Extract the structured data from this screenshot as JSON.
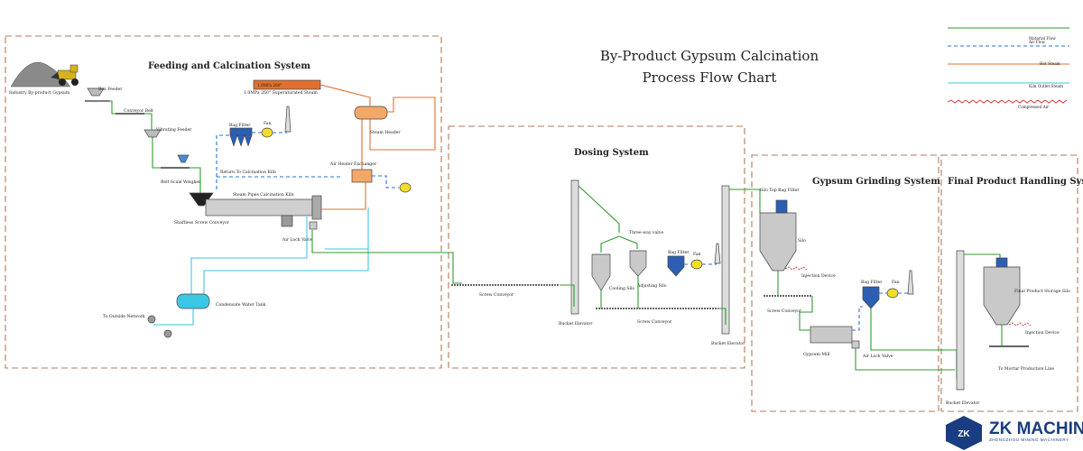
{
  "title": {
    "line1": "By-Product Gypsum Calcination",
    "line2": "Process Flow Chart"
  },
  "legend": [
    {
      "label": "Material Flow",
      "color": "#2e9a2e",
      "style": "solid"
    },
    {
      "label": "Air Flow",
      "color": "#2a6fd6",
      "style": "dashed"
    },
    {
      "label": "Hot Steam",
      "color": "#e07030",
      "style": "solid"
    },
    {
      "label": "Kiln Outlet Steam",
      "color": "#3cc6e6",
      "style": "solid"
    },
    {
      "label": "Compressed Air",
      "color": "#d23030",
      "style": "wavy"
    }
  ],
  "sections": {
    "feeding": "Feeding and Calcination System",
    "dosing": "Dosing System",
    "grinding": "Gypsum Grinding System",
    "final": "Final Product Handling System"
  },
  "labels": {
    "industry_gypsum": "Industry By-product Gypsum",
    "box_feeder": "Box Feeder",
    "conveyor_belt": "Conveyor Belt",
    "vibrating_feeder": "Vibrating Feeder",
    "belt_scale": "Belt Scale Weigher",
    "shaftless_screw": "Shaftless Screw Conveyor",
    "bag_filter_1": "Bag Filter",
    "fan_1": "Fan",
    "return_kiln": "Return To Calcination Kiln",
    "air_heater": "Air Heater Exchanger",
    "steam_header": "Steam Header",
    "superheated_steam": "1.0MPa  260° Superaturated Steam",
    "steam_box": "1.0MPa 260°",
    "steam_pipe_kiln": "Steam Pipes Calcination Kiln",
    "air_lock_valve_1": "Air Lock Valve",
    "condensate_tank": "Condensate Water Tank",
    "to_outside": "To Outside Network",
    "screw_conveyor_1": "Screw Conveyor",
    "three_way": "Three-way valve",
    "bag_filter_2": "Bag Filter",
    "fan_2": "Fan",
    "cooling_silo": "Cooling Silo",
    "adjusting_silo": "Adjusting Silo",
    "bucket_elevator_1": "Bucket Elevator",
    "screw_conveyor_2": "Screw Conveyor",
    "bucket_elevator_2": "Bucket Elevator",
    "silo_top_bag": "Silo Top Bag Filter",
    "silo": "Silo",
    "injection_1": "Injection Device",
    "screw_conveyor_3": "Screw Conveyor",
    "bag_filter_3": "Bag Filter",
    "fan_3": "Fan",
    "gypsum_mill": "Gypsum Mill",
    "air_lock_valve_2": "Air Lock Valve",
    "final_silo": "Final Product Storage Silo",
    "injection_2": "Injection Device",
    "to_mortar": "To Mortar Production Line",
    "bucket_elevator_3": "Bucket Elevator"
  },
  "brand": {
    "name": "ZK MACHINE",
    "sub": "ZHENGZHOU MINING MACHINERY",
    "mark": "ZK",
    "color": "#1a3c80"
  }
}
